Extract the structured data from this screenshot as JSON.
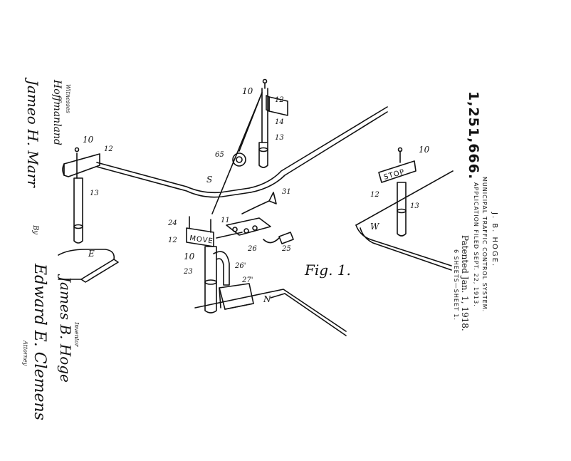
{
  "header": {
    "patent_number": "1,251,666.",
    "inventor": "J. B. HOGE.",
    "title": "MUNICIPAL TRAFFIC CONTROL SYSTEM.",
    "application": "APPLICATION FILED SEPT. 22, 1913.",
    "patented": "Patented Jan. 1, 1918.",
    "sheets": "6 SHEETS—SHEET 1."
  },
  "witnesses": {
    "label": "Witnesses",
    "names": [
      "Hoffmanland",
      "Jameo H. Marr"
    ]
  },
  "inventor_block": {
    "by": "By",
    "inventor_label": "Inventor",
    "name": "James B. Hoge",
    "attorney": "Edward E. Clemens",
    "attorney_label": "Attorney"
  },
  "figure": {
    "label": "Fig. 1.",
    "signs": {
      "move": "MOVE",
      "stop": "STOP"
    },
    "numerals": {
      "n10a": "10",
      "n10b": "10",
      "n10c": "10",
      "n10d": "10",
      "n12a": "12",
      "n12b": "12",
      "n12c": "12",
      "n12d": "12",
      "n13a": "13",
      "n13b": "13",
      "n13c": "13",
      "n31": "31",
      "n24": "24",
      "n11": "11",
      "n14": "14",
      "n26": "26",
      "n25": "25",
      "n23": "23",
      "n26p": "26'",
      "n27": "27'",
      "n65": "65"
    },
    "corner_letters": {
      "s": "S",
      "e": "E",
      "w": "W",
      "n": "N"
    }
  }
}
